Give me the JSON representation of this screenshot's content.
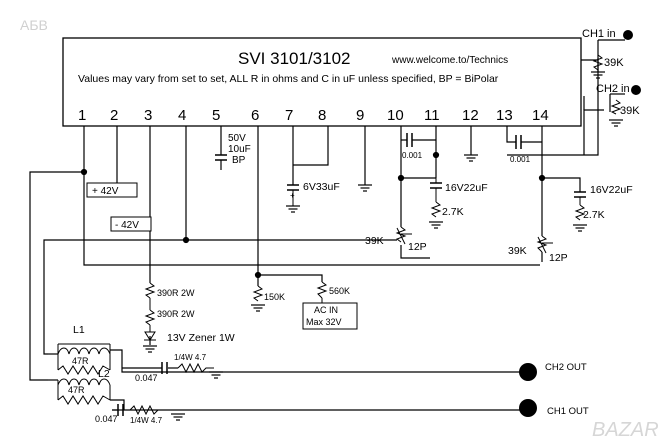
{
  "corner_watermark": "АБВ",
  "chip": {
    "title": "SVI 3101/3102",
    "website": "www.welcome.to/Technics",
    "note": "Values may vary from set to set, ALL R in ohms and C in uF unless specified, BP = BiPolar",
    "pins": [
      "1",
      "2",
      "3",
      "4",
      "5",
      "6",
      "7",
      "8",
      "9",
      "10",
      "11",
      "12",
      "13",
      "14"
    ]
  },
  "inputs": {
    "ch1": "CH1 in",
    "ch2": "CH2 in",
    "ch1_res": "39K",
    "ch2_res": "39K"
  },
  "coupling_caps": {
    "pin10_11": "0.001",
    "pin13_14": "0.001"
  },
  "components": {
    "cap_pin5": [
      "50V",
      "10uF",
      "BP"
    ],
    "cap_pin7": "6V33uF",
    "cap_pin11": "16V22uF",
    "cap_pin14": "16V22uF",
    "res_pin11": "2.7K",
    "res_pin14": "2.7K",
    "pot_pin10": "39K",
    "pot_pin10_cap": "12P",
    "pot_pin14": "39K",
    "pot_pin14_cap": "12P",
    "res_390a": "390R 2W",
    "res_390b": "390R 2W",
    "zener": "13V Zener 1W",
    "res_150k": "150K",
    "res_560k": "560K",
    "supply_pos": "+ 42V",
    "supply_neg": "- 42V",
    "ac_in": [
      "AC  IN",
      "Max 32V"
    ]
  },
  "outputs": {
    "l1": "L1",
    "l2": "L2",
    "l1_res": "47R",
    "l2_res": "47R",
    "ch2_cap": "0.047",
    "ch1_cap": "0.047",
    "ch2_zobel": "1/4W 4.7",
    "ch1_zobel": "1/4W 4.7",
    "ch2_out": "CH2 OUT",
    "ch1_out": "CH1 OUT"
  },
  "watermark": "BAZAR"
}
